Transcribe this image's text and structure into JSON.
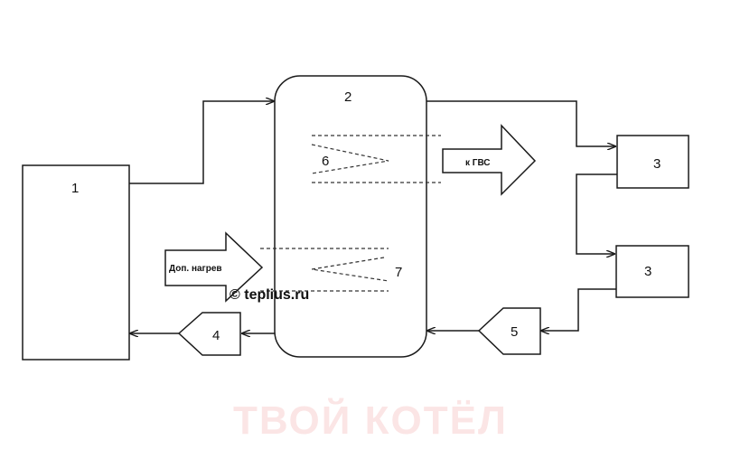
{
  "labels": {
    "boiler": "1",
    "tank": "2",
    "consumer_top": "3",
    "consumer_bottom": "3",
    "pump_left": "4",
    "pump_right": "5",
    "coil_top": "6",
    "coil_bottom": "7"
  },
  "arrows": {
    "hot_water_out": "к ГВС",
    "extra_heating": "Доп. нагрев"
  },
  "watermarks": {
    "site": "© teplius.ru",
    "brand": "ТВОЙ КОТЁЛ"
  }
}
